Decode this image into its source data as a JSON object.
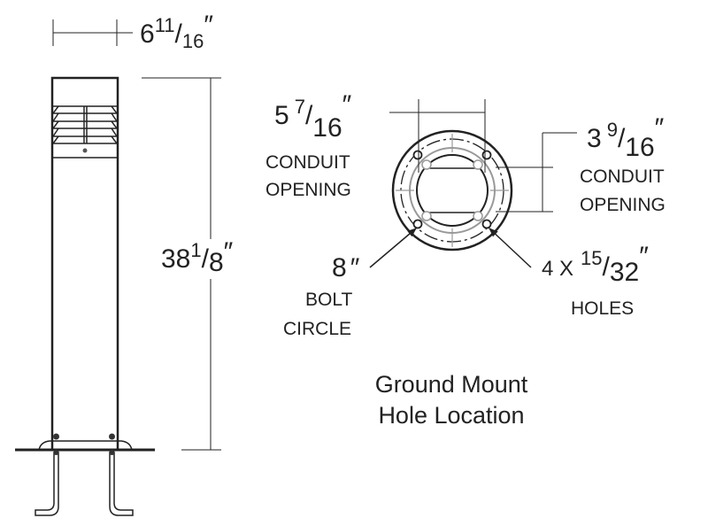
{
  "title": {
    "line1": "Ground Mount",
    "line2": "Hole Location"
  },
  "dimensions": {
    "width": {
      "whole": "6",
      "num": "11",
      "den": "16",
      "unit": "″"
    },
    "height": {
      "whole": "38",
      "num": "1",
      "den": "8",
      "unit": "″"
    },
    "conduit_width": {
      "whole": "5",
      "num": "7",
      "den": "16",
      "unit": "″",
      "label1": "CONDUIT",
      "label2": "OPENING"
    },
    "conduit_height": {
      "whole": "3",
      "num": "9",
      "den": "16",
      "unit": "″",
      "label1": "CONDUIT",
      "label2": "OPENING"
    },
    "bolt_circle": {
      "value": "8",
      "unit": "″",
      "label1": "BOLT",
      "label2": "CIRCLE"
    },
    "holes": {
      "prefix": "4 X",
      "num": "15",
      "den": "32",
      "unit": "″",
      "label": "HOLES"
    }
  }
}
